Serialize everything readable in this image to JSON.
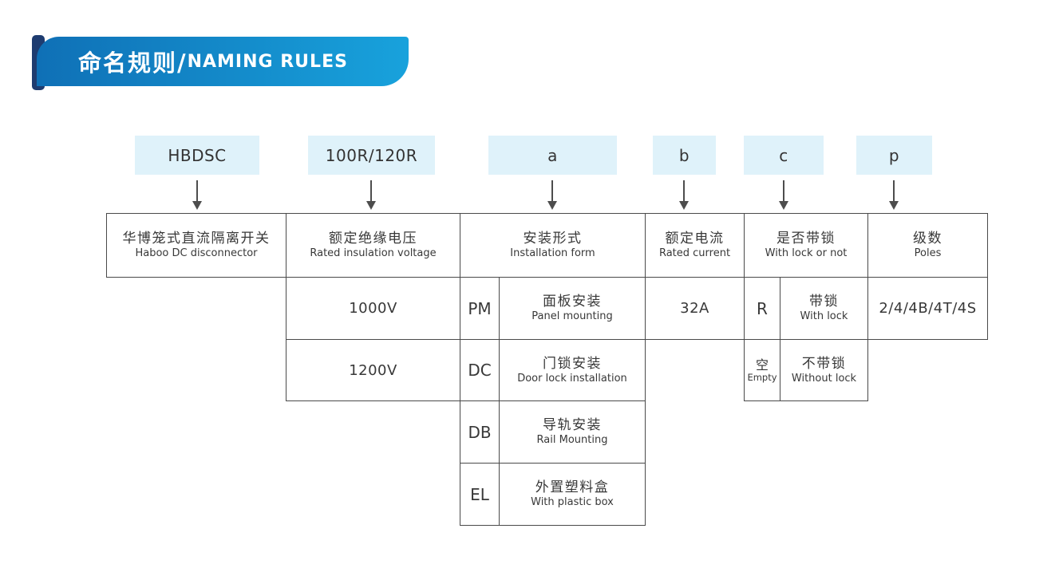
{
  "banner": {
    "title_cn": "命名规则/",
    "title_en": "NAMING RULES"
  },
  "colors": {
    "banner_gradient_start": "#0f70b6",
    "banner_gradient_end": "#18a2dc",
    "banner_accent": "#1e3c70",
    "code_box_bg": "#dff2fa",
    "table_border": "#4a4a4a",
    "arrow": "#4d4d4d",
    "text": "#383838"
  },
  "code_boxes": [
    {
      "label": "HBDSC"
    },
    {
      "label": "100R/120R"
    },
    {
      "label": "a"
    },
    {
      "label": "b"
    },
    {
      "label": "c"
    },
    {
      "label": "p"
    }
  ],
  "columns": [
    {
      "header_cn": "华博笼式直流隔离开关",
      "header_en": "Haboo DC disconnector",
      "rows": []
    },
    {
      "header_cn": "额定绝缘电压",
      "header_en": "Rated insulation voltage",
      "rows": [
        {
          "value": "1000V"
        },
        {
          "value": "1200V"
        }
      ]
    },
    {
      "header_cn": "安装形式",
      "header_en": "Installation form",
      "rows": [
        {
          "code": "PM",
          "cn": "面板安装",
          "en": "Panel mounting"
        },
        {
          "code": "DC",
          "cn": "门锁安装",
          "en": "Door lock installation"
        },
        {
          "code": "DB",
          "cn": "导轨安装",
          "en": "Rail Mounting"
        },
        {
          "code": "EL",
          "cn": "外置塑料盒",
          "en": "With plastic box"
        }
      ]
    },
    {
      "header_cn": "额定电流",
      "header_en": "Rated current",
      "rows": [
        {
          "value": "32A"
        }
      ]
    },
    {
      "header_cn": "是否带锁",
      "header_en": "With lock or not",
      "rows": [
        {
          "code": "R",
          "cn": "带锁",
          "en": "With lock"
        },
        {
          "code": "空",
          "code_en": "Empty",
          "cn": "不带锁",
          "en": "Without lock"
        }
      ]
    },
    {
      "header_cn": "级数",
      "header_en": "Poles",
      "rows": [
        {
          "value": "2/4/4B/4T/4S"
        }
      ]
    }
  ]
}
